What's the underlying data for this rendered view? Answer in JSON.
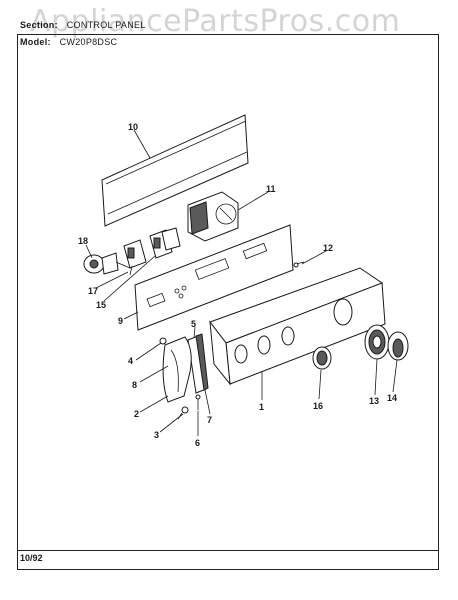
{
  "watermark": "AppliancePartsPros.com",
  "header": {
    "section_label": "Section:",
    "section_value": "CONTROL PANEL",
    "model_label": "Model:",
    "model_value": "CW20P8DSC"
  },
  "footer": {
    "date": "10/92"
  },
  "callouts": {
    "c1": "1",
    "c2": "2",
    "c3": "3",
    "c4": "4",
    "c5": "5",
    "c6": "6",
    "c7": "7",
    "c8": "8",
    "c9": "9",
    "c10": "10",
    "c11": "11",
    "c12": "12",
    "c13": "13",
    "c14": "14",
    "c15": "15",
    "c16": "16",
    "c17": "17",
    "c18": "18"
  }
}
